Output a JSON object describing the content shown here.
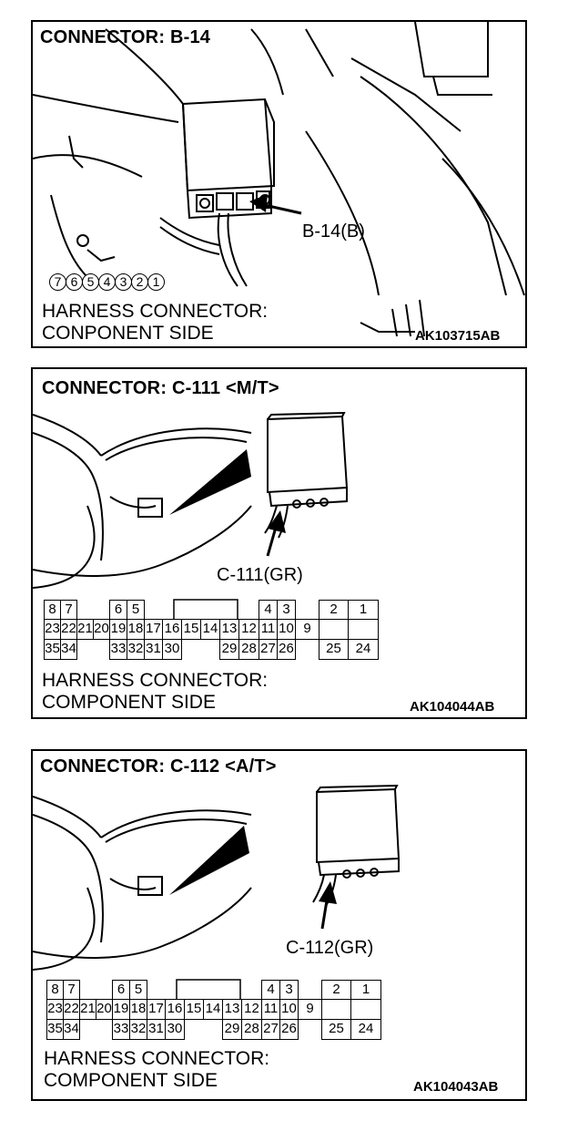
{
  "panels": [
    {
      "title": "CONNECTOR: B-14",
      "callout": "B-14(B)",
      "caption_line1": "HARNESS CONNECTOR:",
      "caption_line2": "CONPONENT SIDE",
      "code": "AK103715AB",
      "pins": [
        "7",
        "6",
        "5",
        "4",
        "3",
        "2",
        "1"
      ]
    },
    {
      "title": "CONNECTOR: C-111 <M/T>",
      "callout": "C-111(GR)",
      "caption_line1": "HARNESS CONNECTOR:",
      "caption_line2": "COMPONENT SIDE",
      "code": "AK104044AB"
    },
    {
      "title": "CONNECTOR: C-112 <A/T>",
      "callout": "C-112(GR)",
      "caption_line1": "HARNESS CONNECTOR:",
      "caption_line2": "COMPONENT SIDE",
      "code": "AK104043AB"
    }
  ],
  "connector_grid": {
    "row1": [
      "8",
      "7",
      "6",
      "5",
      "4",
      "3",
      "2",
      "1"
    ],
    "row2": [
      "23",
      "22",
      "21",
      "20",
      "19",
      "18",
      "17",
      "16",
      "15",
      "14",
      "13",
      "12",
      "11",
      "10",
      "9"
    ],
    "row3": [
      "35",
      "34",
      "33",
      "32",
      "31",
      "30",
      "29",
      "28",
      "27",
      "26",
      "25",
      "24"
    ]
  }
}
